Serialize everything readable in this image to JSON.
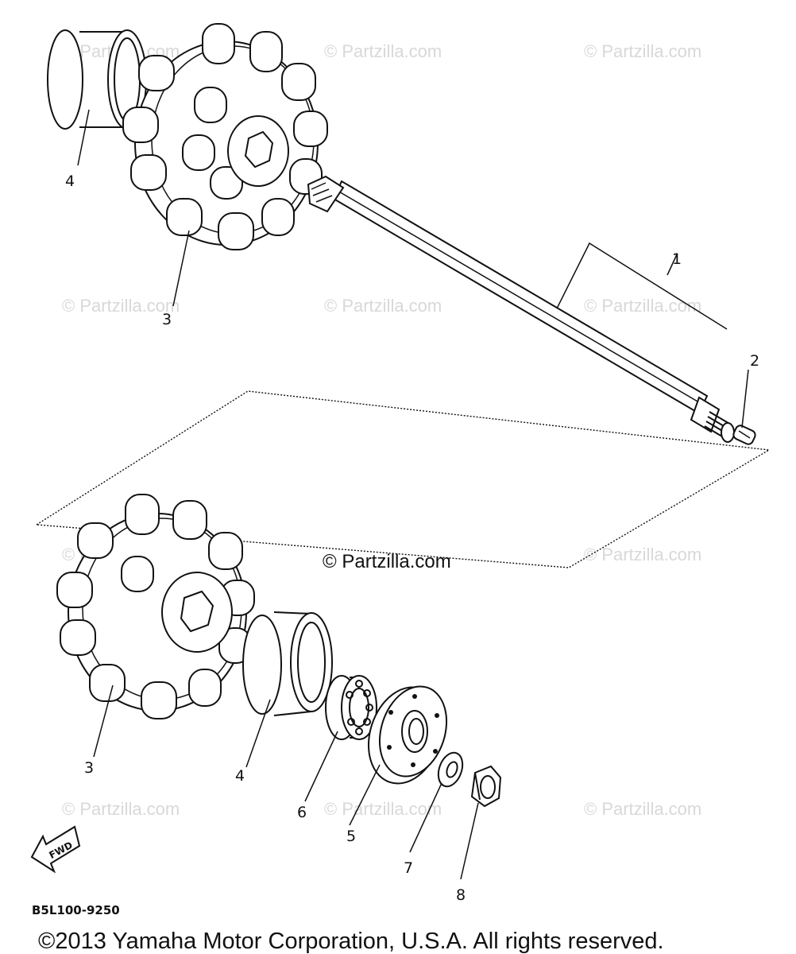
{
  "watermark": "© Partzilla.com",
  "center_watermark": "© Partzilla.com",
  "diagram_code": "B5L100-9250",
  "direction_label": "FWD",
  "copyright": "©2013  Yamaha Motor Corporation, U.S.A. All rights reserved.",
  "callouts": [
    "4",
    "3",
    "1",
    "2",
    "3",
    "4",
    "6",
    "5",
    "7",
    "8"
  ],
  "icons": {
    "sprocket": "sprocket-wheel-icon",
    "collar": "collar-ring-icon",
    "shaft": "drive-shaft-icon",
    "key": "key-pin-icon",
    "bearing": "ball-bearing-icon",
    "plate": "flange-plate-icon",
    "washer": "washer-icon",
    "nut": "hex-nut-icon",
    "arrow": "forward-arrow-icon"
  }
}
